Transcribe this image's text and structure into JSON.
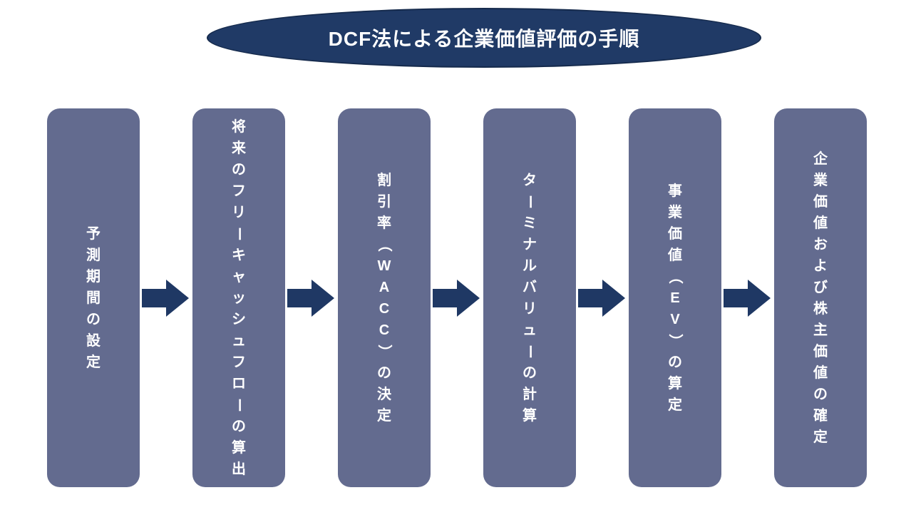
{
  "title": "DCF法による企業価値評価の手順",
  "colors": {
    "ellipse_fill": "#203a66",
    "ellipse_border": "#152a4c",
    "step_fill": "#636b8f",
    "arrow_fill": "#1f3864",
    "text": "#ffffff",
    "background": "#ffffff"
  },
  "steps": [
    {
      "label": "予測期間の設定"
    },
    {
      "label": "将来のフリーキャッシュフローの算出"
    },
    {
      "label": "割引率（WACC）の決定"
    },
    {
      "label": "ターミナルバリューの計算"
    },
    {
      "label": "事業価値（EV）の算定"
    },
    {
      "label": "企業価値および株主価値の確定"
    }
  ]
}
